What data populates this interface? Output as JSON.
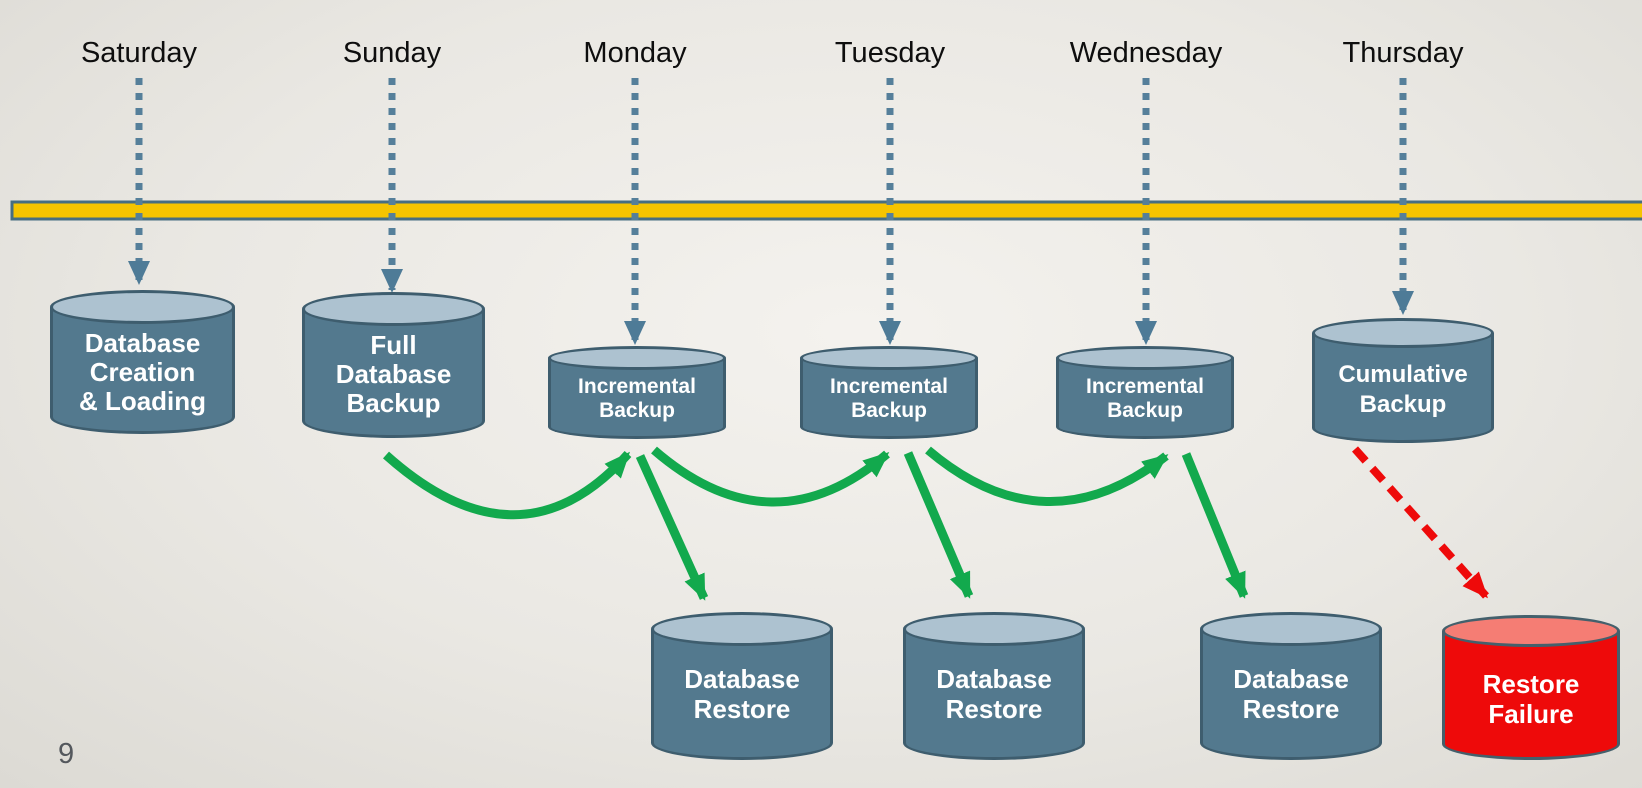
{
  "slide": {
    "page_number": "9",
    "description": "Weekly database backup and restore timeline diagram"
  },
  "days": [
    {
      "label": "Saturday"
    },
    {
      "label": "Sunday"
    },
    {
      "label": "Monday"
    },
    {
      "label": "Tuesday"
    },
    {
      "label": "Wednesday"
    },
    {
      "label": "Thursday"
    }
  ],
  "cylinders": {
    "creation": {
      "line1": "Database",
      "line2": "Creation",
      "line3": "& Loading"
    },
    "full_backup": {
      "line1": "Full",
      "line2": "Database",
      "line3": "Backup"
    },
    "incremental_mon": {
      "line1": "Incremental",
      "line2": "Backup"
    },
    "incremental_tue": {
      "line1": "Incremental",
      "line2": "Backup"
    },
    "incremental_wed": {
      "line1": "Incremental",
      "line2": "Backup"
    },
    "cumulative": {
      "line1": "Cumulative",
      "line2": "Backup"
    },
    "restore_mon": {
      "line1": "Database",
      "line2": "Restore"
    },
    "restore_tue": {
      "line1": "Database",
      "line2": "Restore"
    },
    "restore_wed": {
      "line1": "Database",
      "line2": "Restore"
    },
    "restore_failure": {
      "line1": "Restore",
      "line2": "Failure"
    }
  },
  "colors": {
    "timeline_yellow": "#f5c400",
    "timeline_border": "#476e81",
    "day_arrow_steel": "#557f9a",
    "cylinder_body": "#53798e",
    "cylinder_top": "#adc2d0",
    "cylinder_border": "#3e5d6e",
    "restore_arrow_green": "#12a94d",
    "failure_arrow_red": "#ee0a0a",
    "failure_body": "#ee0a0a",
    "failure_top": "#f57d74",
    "background": "#eae8e3"
  }
}
